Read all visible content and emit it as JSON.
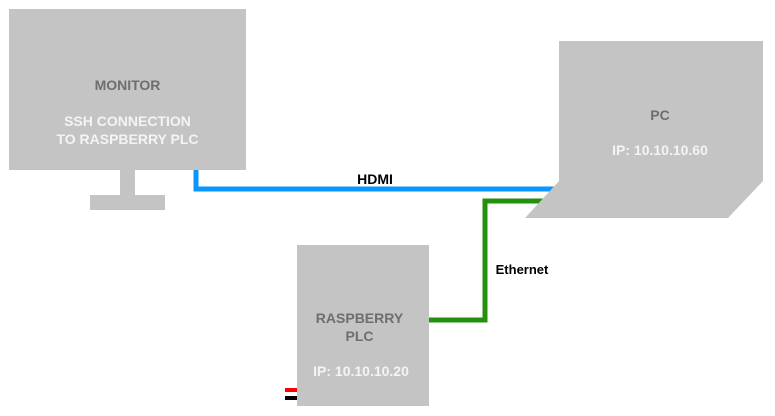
{
  "diagram": {
    "colors": {
      "device_fill": "#c4c4c4",
      "title_text": "#6e6e6e",
      "detail_text": "#f4f4f4",
      "hdmi_line": "#0a96ff",
      "ethernet_line": "#24900e",
      "wire_red": "#ff0000",
      "wire_black": "#000000"
    },
    "monitor": {
      "title": "MONITOR",
      "detail_line1": "SSH CONNECTION",
      "detail_line2": "TO RASPBERRY PLC"
    },
    "pc": {
      "title": "PC",
      "ip": "IP: 10.10.10.60"
    },
    "raspberry": {
      "title_line1": "RASPBERRY",
      "title_line2": "PLC",
      "ip": "IP: 10.10.10.20"
    },
    "connections": {
      "hdmi_label": "HDMI",
      "ethernet_label": "Ethernet"
    }
  }
}
